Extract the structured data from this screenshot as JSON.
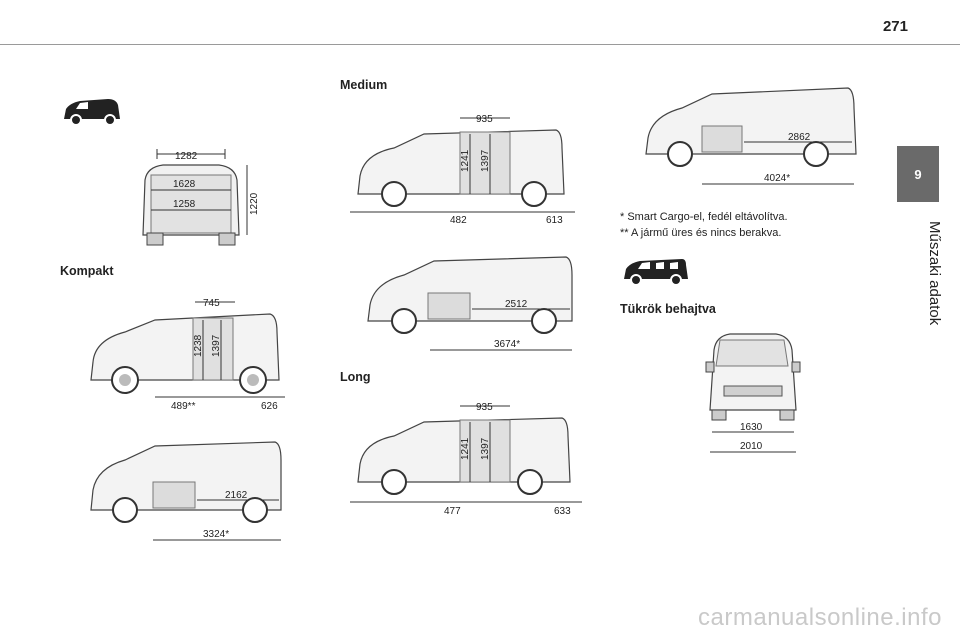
{
  "page": {
    "number": "271"
  },
  "chapter": {
    "tab": "9",
    "title": "Műszaki adatok"
  },
  "headings": {
    "kompakt": "Kompakt",
    "medium": "Medium",
    "long": "Long",
    "mirrors": "Tükrök behajtva"
  },
  "notes": {
    "note1": "* Smart Cargo-el, fedél eltávolítva.",
    "note2": "** A jármű üres és nincs berakva."
  },
  "rear": {
    "top": "1282",
    "mid": "1628",
    "low": "1258",
    "height": "1220"
  },
  "kompakt_side": {
    "top": "745",
    "v1": "1238",
    "v2": "1397",
    "left": "489**",
    "right": "626"
  },
  "kompakt_cargo": {
    "inner": "2162",
    "outer": "3324*"
  },
  "medium_side": {
    "top": "935",
    "v1": "1241",
    "v2": "1397",
    "left": "482",
    "right": "613"
  },
  "medium_cargo": {
    "inner": "2512",
    "outer": "3674*"
  },
  "long_cargo": {
    "inner": "2862",
    "outer": "4024*"
  },
  "long_side": {
    "top": "935",
    "v1": "1241",
    "v2": "1397",
    "left": "477",
    "right": "633"
  },
  "front": {
    "inner": "1630",
    "outer": "2010"
  },
  "watermark": "carmanualsonline.info"
}
